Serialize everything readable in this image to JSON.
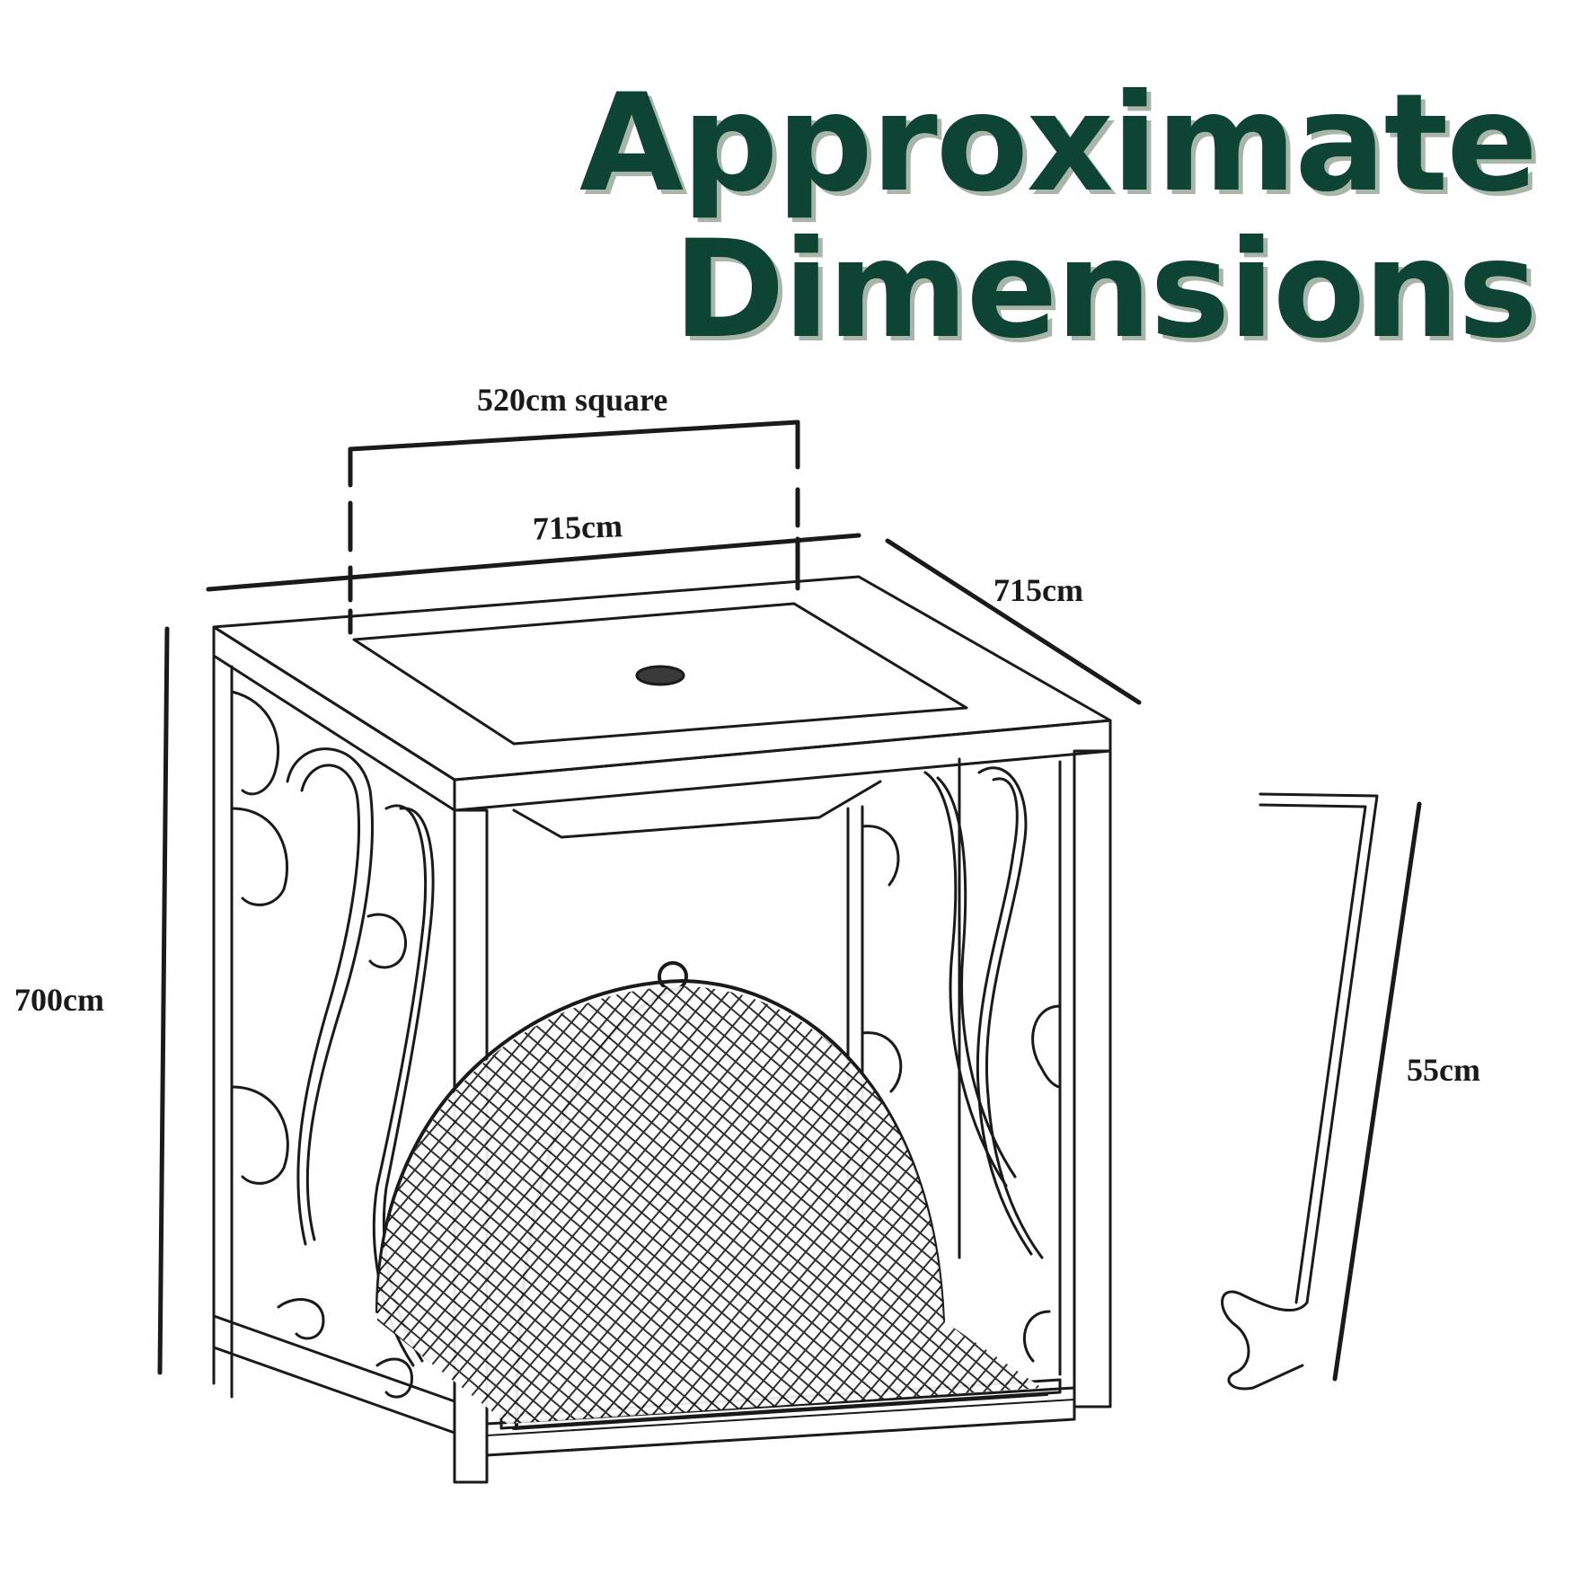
{
  "header": {
    "title_line1": "Approximate",
    "title_line2": "Dimensions"
  },
  "colors": {
    "title": "#0d4434",
    "title_shadow": "#a9b5a8",
    "line": "#1a1a1a"
  },
  "dimensions": {
    "inner_square": "520cm square",
    "width": "715cm",
    "depth": "715cm",
    "height": "700cm",
    "poker_length": "55cm"
  }
}
